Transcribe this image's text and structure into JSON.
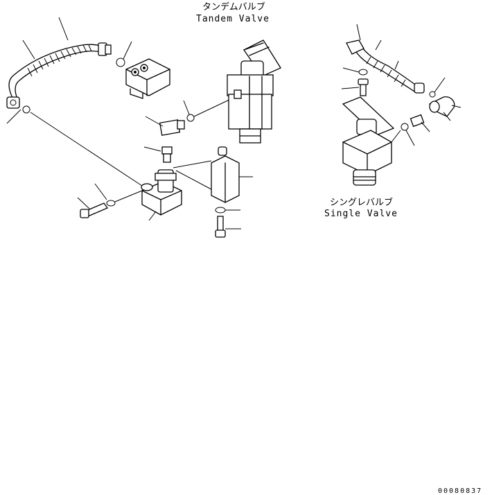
{
  "labels": {
    "tandem_jp": "タンデムバルブ",
    "tandem_en": "Tandem Valve",
    "single_jp": "シングレバルブ",
    "single_en": "Single Valve",
    "drawing_number": "00080837"
  }
}
